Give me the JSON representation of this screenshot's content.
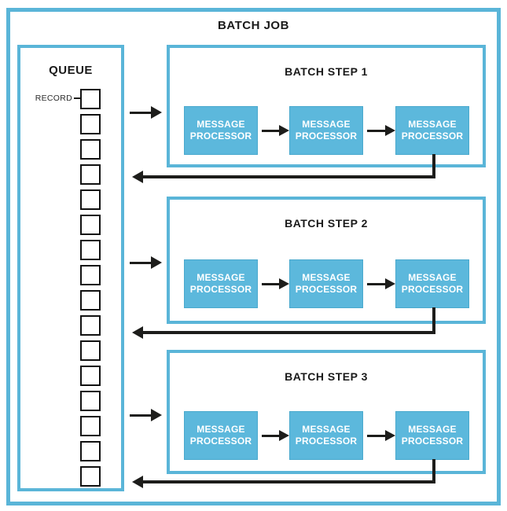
{
  "diagram": {
    "title": "BATCH JOB",
    "queue": {
      "title": "QUEUE",
      "record_label": "RECORD",
      "record_count": 16
    },
    "steps": [
      {
        "title": "BATCH STEP 1",
        "processors": [
          "MESSAGE PROCESSOR",
          "MESSAGE PROCESSOR",
          "MESSAGE PROCESSOR"
        ]
      },
      {
        "title": "BATCH STEP 2",
        "processors": [
          "MESSAGE PROCESSOR",
          "MESSAGE PROCESSOR",
          "MESSAGE PROCESSOR"
        ]
      },
      {
        "title": "BATCH STEP 3",
        "processors": [
          "MESSAGE PROCESSOR",
          "MESSAGE PROCESSOR",
          "MESSAGE PROCESSOR"
        ]
      }
    ],
    "colors": {
      "accent_blue": "#5ab5d8",
      "processor_fill": "#5cb8dc",
      "processor_border": "#4aa9cd",
      "processor_text": "#ffffff",
      "line_black": "#1d1d1b",
      "text_black": "#1a1a1a"
    }
  }
}
